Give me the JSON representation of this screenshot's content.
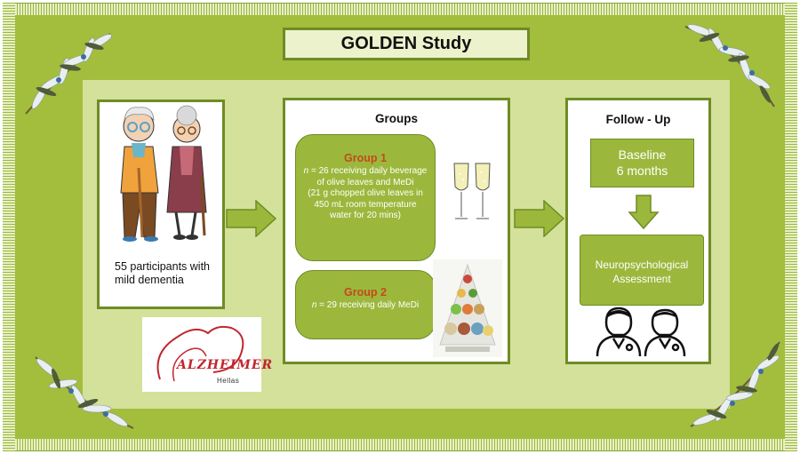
{
  "title": "GOLDEN Study",
  "participants": {
    "text": "55 participants with mild dementia"
  },
  "groups": {
    "heading": "Groups",
    "group1": {
      "name": "Group 1",
      "n_symbol": "n",
      "desc_rest": " = 26 receiving daily beverage of olive leaves and MeDi",
      "note": "(21 g chopped olive leaves in 450 mL room temperature water for 20 mins)"
    },
    "group2": {
      "name": "Group 2",
      "n_symbol": "n",
      "desc_rest": " = 29 receiving daily MeDi"
    }
  },
  "followup": {
    "heading": "Follow - Up",
    "baseline": "Baseline",
    "months": "6 months",
    "assessment_line1": "Neuropsychological",
    "assessment_line2": "Assessment"
  },
  "logo": {
    "name": "ALZHEIMER",
    "sub": "Hellas"
  },
  "colors": {
    "frame_green": "#a3bd3d",
    "inner_green": "#d3e19a",
    "box_green": "#9bb83c",
    "border_green": "#6e8c24",
    "group_title": "#c44a1a",
    "logo_red": "#c0262e"
  },
  "icons": [
    "olive-branch-icon",
    "elderly-couple-icon",
    "right-arrow-icon",
    "down-arrow-icon",
    "wine-glasses-icon",
    "food-pyramid-icon",
    "doctors-icon"
  ]
}
